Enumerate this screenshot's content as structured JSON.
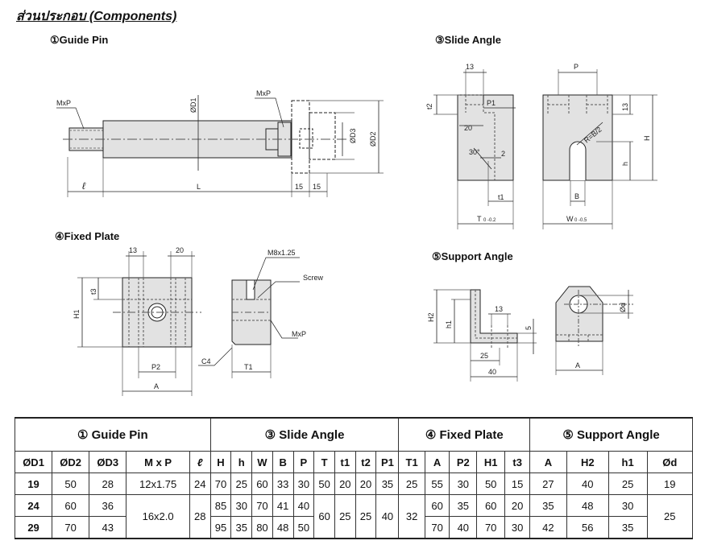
{
  "title": "ส่วนประกอบ (Components)",
  "sections": {
    "guide_pin": "①Guide Pin",
    "slide_angle": "③Slide Angle",
    "fixed_plate": "④Fixed Plate",
    "support_angle": "⑤Support Angle"
  },
  "drawing_labels": {
    "gp_mxp_left": "MxP",
    "gp_mxp_right": "MxP",
    "gp_od1": "ØD1",
    "gp_od3": "ØD3",
    "gp_od2": "ØD2",
    "gp_l": "ℓ",
    "gp_L": "L",
    "gp_15a": "15",
    "gp_15b": "15",
    "sa_13": "13",
    "sa_t2": "t2",
    "sa_p1": "P1",
    "sa_20": "20",
    "sa_30": "30°",
    "sa_2": "2",
    "sa_t1": "t1",
    "sa_T": "T",
    "sa_T_tol": "0 -0.2",
    "sa_P": "P",
    "sa_13b": "13",
    "sa_H": "H",
    "sa_RB2": "R=B/2",
    "sa_h": "h",
    "sa_B": "B",
    "sa_W": "W",
    "sa_W_tol": "0 -0.5",
    "fp_13": "13",
    "fp_20": "20",
    "fp_t3": "t3",
    "fp_H1": "H1",
    "fp_P2": "P2",
    "fp_A": "A",
    "fp_m8": "M8x1.25",
    "fp_screw": "Screw",
    "fp_mxp": "MxP",
    "fp_c4": "C4",
    "fp_T1": "T1",
    "sp_H2": "H2",
    "sp_h1": "h1",
    "sp_13": "13",
    "sp_5": "5",
    "sp_25": "25",
    "sp_40": "40",
    "sp_od": "Ød",
    "sp_A": "A"
  },
  "table": {
    "groups": [
      "① Guide Pin",
      "③ Slide Angle",
      "④ Fixed Plate",
      "⑤ Support Angle"
    ],
    "headers": [
      "ØD1",
      "ØD2",
      "ØD3",
      "M x P",
      "ℓ",
      "H",
      "h",
      "W",
      "B",
      "P",
      "T",
      "t1",
      "t2",
      "P1",
      "T1",
      "A",
      "P2",
      "H1",
      "t3",
      "A",
      "H2",
      "h1",
      "Ød"
    ],
    "r1": [
      "19",
      "50",
      "28",
      "12x1.75",
      "24",
      "70",
      "25",
      "60",
      "33",
      "30",
      "50",
      "20",
      "20",
      "35",
      "25",
      "55",
      "30",
      "50",
      "15",
      "27",
      "40",
      "25",
      "19"
    ],
    "r2": [
      "24",
      "60",
      "36",
      "16x2.0",
      "28",
      "85",
      "30",
      "70",
      "41",
      "40",
      "60",
      "25",
      "25",
      "40",
      "32",
      "60",
      "35",
      "60",
      "20",
      "35",
      "48",
      "30",
      "25"
    ],
    "r3": [
      "29",
      "70",
      "43",
      "95",
      "35",
      "80",
      "48",
      "50",
      "70",
      "40",
      "70",
      "30",
      "42",
      "56",
      "35"
    ]
  }
}
